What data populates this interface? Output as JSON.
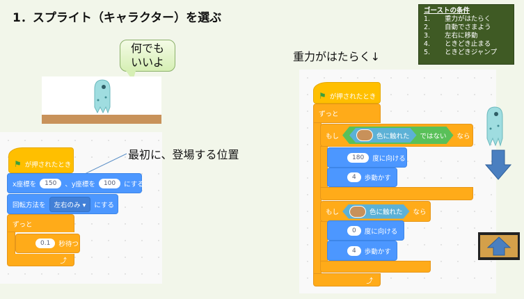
{
  "title": "1．スプライト（キャラクター）を選ぶ",
  "bubble": {
    "line1": "何でも",
    "line2": "いいよ"
  },
  "annotation": "最初に、登場する位置",
  "gravity_label": "重力がはたらく↓",
  "conditions": {
    "heading": "ゴーストの条件",
    "items": [
      {
        "num": "1.",
        "text": "重力がはたらく"
      },
      {
        "num": "2.",
        "text": "自動でさまよう"
      },
      {
        "num": "3.",
        "text": "左右に移動"
      },
      {
        "num": "4.",
        "text": "ときどき止まる"
      },
      {
        "num": "5.",
        "text": "ときどきジャンプ"
      }
    ]
  },
  "left_script": {
    "hat": "が押されたとき",
    "goto": {
      "x_label": "x座標を",
      "x": "150",
      "y_label": "、y座標を",
      "y": "100",
      "suffix": "にする"
    },
    "rotation": {
      "label": "回転方法を",
      "value": "左右のみ",
      "suffix": "にする"
    },
    "forever": "ずっと",
    "wait": {
      "value": "0.1",
      "label": "秒待つ"
    }
  },
  "right_script": {
    "hat": "が押されたとき",
    "forever": "ずっと",
    "if1": {
      "if": "もし",
      "touch": "色に触れた",
      "not": "ではない",
      "then": "なら",
      "blocks": [
        {
          "value": "180",
          "label": "度に向ける"
        },
        {
          "value": "4",
          "label": "歩動かす"
        }
      ]
    },
    "if2": {
      "if": "もし",
      "touch": "色に触れた",
      "then": "なら",
      "blocks": [
        {
          "value": "0",
          "label": "度に向ける"
        },
        {
          "value": "4",
          "label": "歩動かす"
        }
      ]
    }
  },
  "colors": {
    "events": "#ffbf00",
    "motion": "#4c97ff",
    "control": "#ffab19",
    "sensing": "#5cb1d6",
    "operators": "#59c059",
    "ground": "#c8925a"
  }
}
